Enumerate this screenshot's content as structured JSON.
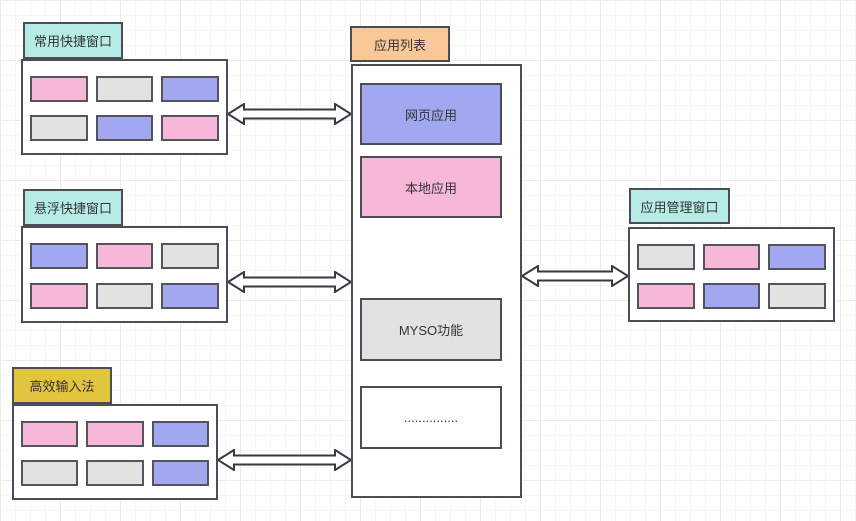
{
  "colors": {
    "pink": "#f6b7d9",
    "blue": "#a1a8ef",
    "gray": "#e2e2e2",
    "white": "#ffffff",
    "cyan": "#b7ece6",
    "orange": "#f8c996",
    "yellow": "#e2c53e",
    "border": "#4d4d57"
  },
  "nodes": {
    "common_shortcut_window": {
      "label": "常用快捷窗口",
      "header_color": "cyan",
      "cells": [
        "pink",
        "gray",
        "blue",
        "gray",
        "blue",
        "pink"
      ]
    },
    "floating_shortcut_window": {
      "label": "悬浮快捷窗口",
      "header_color": "cyan",
      "cells": [
        "blue",
        "pink",
        "gray",
        "pink",
        "gray",
        "blue"
      ]
    },
    "efficient_input_method": {
      "label": "高效输入法",
      "header_color": "yellow",
      "cells": [
        "pink",
        "pink",
        "blue",
        "gray",
        "gray",
        "blue"
      ]
    },
    "app_list": {
      "label": "应用列表",
      "header_color": "orange",
      "items": [
        {
          "text": "网页应用",
          "color": "blue"
        },
        {
          "text": "本地应用",
          "color": "pink"
        },
        {
          "text": "MYSO功能",
          "color": "gray"
        },
        {
          "text": "...............",
          "color": "white"
        }
      ]
    },
    "app_manage_window": {
      "label": "应用管理窗口",
      "header_color": "cyan",
      "cells": [
        "gray",
        "pink",
        "blue",
        "pink",
        "blue",
        "gray"
      ]
    }
  }
}
